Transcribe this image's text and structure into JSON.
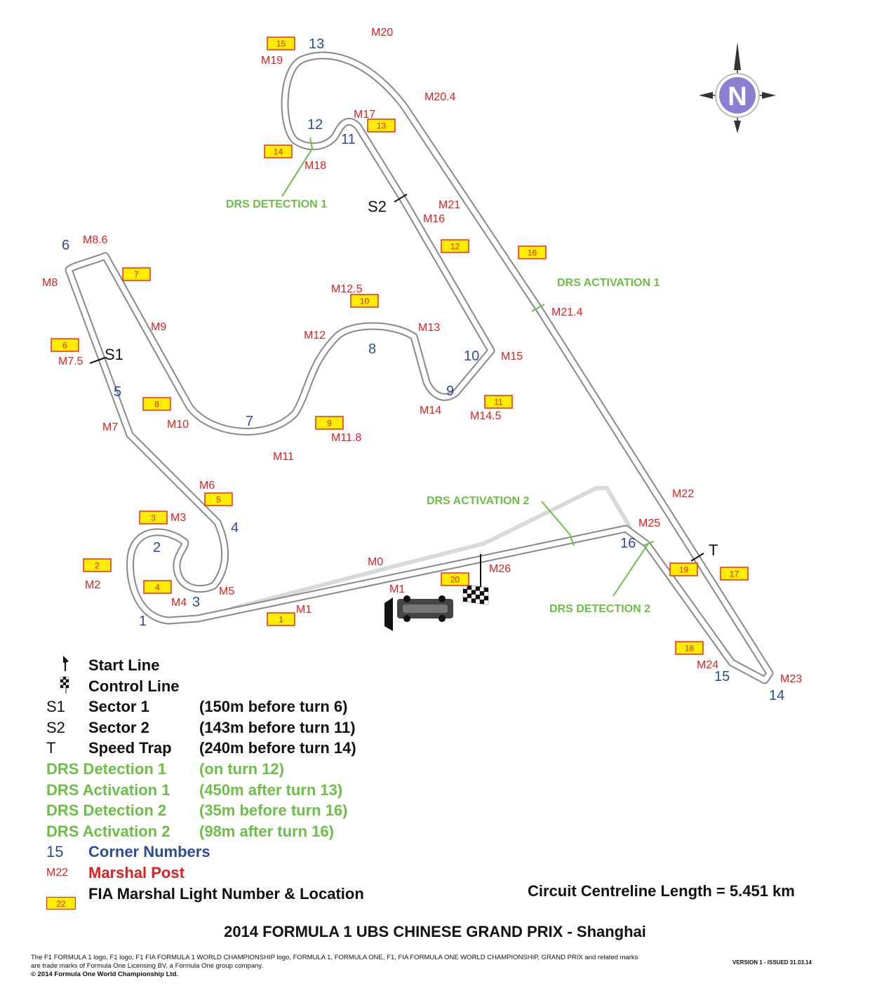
{
  "compass": {
    "letter": "N"
  },
  "corners": [
    "1",
    "2",
    "3",
    "4",
    "5",
    "6",
    "7",
    "8",
    "9",
    "10",
    "11",
    "12",
    "13",
    "14",
    "15",
    "16"
  ],
  "marshal_posts": [
    "M0",
    "M1",
    "M1",
    "M2",
    "M3",
    "M4",
    "M5",
    "M6",
    "M7",
    "M7.5",
    "M8",
    "M8.6",
    "M9",
    "M10",
    "M11",
    "M11.8",
    "M12",
    "M12.5",
    "M13",
    "M14",
    "M14.5",
    "M15",
    "M16",
    "M17",
    "M18",
    "M19",
    "M20",
    "M20.4",
    "M21",
    "M21.4",
    "M22",
    "M23",
    "M24",
    "M25",
    "M26"
  ],
  "marshal_lights": [
    "1",
    "2",
    "3",
    "4",
    "5",
    "6",
    "7",
    "8",
    "9",
    "10",
    "11",
    "12",
    "13",
    "14",
    "15",
    "16",
    "17",
    "18",
    "19",
    "20"
  ],
  "sector_markers": {
    "s1": "S1",
    "s2": "S2",
    "t": "T"
  },
  "drs_labels": {
    "detection_1": "DRS DETECTION 1",
    "activation_1": "DRS ACTIVATION 1",
    "detection_2": "DRS DETECTION 2",
    "activation_2": "DRS ACTIVATION 2"
  },
  "legend": [
    {
      "symbol": "",
      "name": "Start Line",
      "desc": ""
    },
    {
      "symbol": "",
      "name": "Control Line",
      "desc": ""
    },
    {
      "symbol": "S1",
      "name": "Sector 1",
      "desc": "(150m before turn 6)"
    },
    {
      "symbol": "S2",
      "name": "Sector 2",
      "desc": "(143m before turn 11)"
    },
    {
      "symbol": "T",
      "name": "Speed Trap",
      "desc": "(240m before turn 14)"
    },
    {
      "symbol": "",
      "name": "DRS Detection 1",
      "desc": "(on turn 12)"
    },
    {
      "symbol": "",
      "name": "DRS Activation 1",
      "desc": "(450m after turn 13)"
    },
    {
      "symbol": "",
      "name": "DRS Detection 2",
      "desc": "(35m before turn 16)"
    },
    {
      "symbol": "",
      "name": "DRS Activation 2",
      "desc": "(98m after turn 16)"
    },
    {
      "symbol": "15",
      "name": "Corner Numbers",
      "desc": ""
    },
    {
      "symbol": "M22",
      "name": "Marshal Post",
      "desc": ""
    },
    {
      "symbol": "22",
      "name": "FIA Marshal Light Number & Location",
      "desc": ""
    }
  ],
  "length_text": "Circuit Centreline Length = 5.451 km",
  "title": "2014 FORMULA 1 UBS CHINESE GRAND PRIX - Shanghai",
  "footer": {
    "line1": "The F1 FORMULA 1 logo, F1 logo, F1 FIA FORMULA 1 WORLD CHAMPIONSHIP logo, FORMULA 1, FORMULA ONE, F1, FIA FORMULA ONE WORLD CHAMPIONSHIP, GRAND PRIX and related marks",
    "line2": "are trade marks of Formula One Licensing BV, a Formula One group company.",
    "line3": "© 2014 Formula One World Championship Ltd.",
    "version": "VERSION 1 - ISSUED 31.03.14"
  },
  "colors": {
    "corner": "#2e4b9b",
    "marshal": "#e02020",
    "drs": "#6cbf45",
    "light_fill": "#ffee00",
    "compass": "#8a7fd0"
  }
}
